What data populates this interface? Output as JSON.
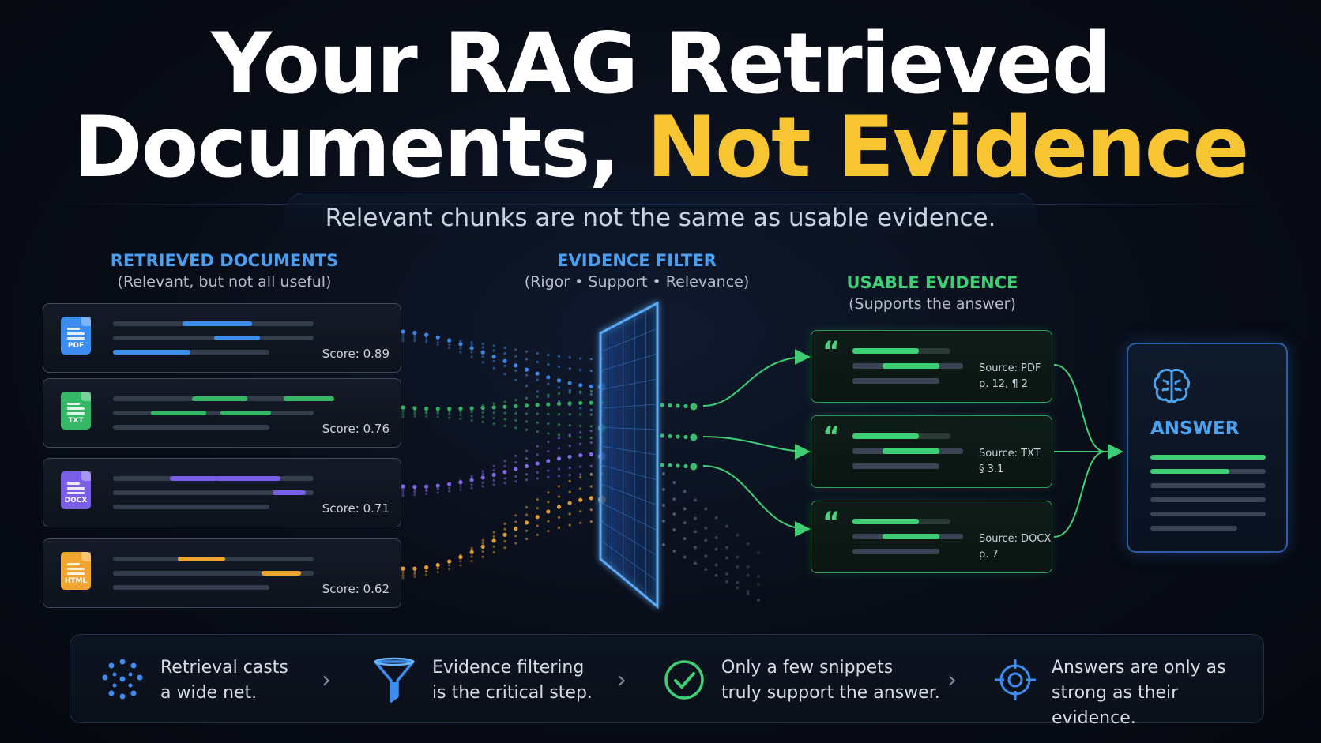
{
  "title": {
    "line1": "Your RAG Retrieved",
    "line2_plain": "Documents, ",
    "line2_highlight": "Not Evidence"
  },
  "subtitle": "Relevant chunks are not the same as usable evidence.",
  "colors": {
    "highlight": "#f7c531",
    "blue": "#3d8cf0",
    "green": "#3ecf74",
    "purple": "#8a6cf0",
    "orange": "#f0a52e",
    "accent_blue_text": "#4aa3f0"
  },
  "sections": {
    "retrieved": {
      "heading": "RETRIEVED DOCUMENTS",
      "note": "(Relevant, but not all useful)"
    },
    "filter": {
      "heading": "EVIDENCE FILTER",
      "note": "(Rigor • Support • Relevance)"
    },
    "usable": {
      "heading": "USABLE EVIDENCE",
      "note": "(Supports the answer)"
    }
  },
  "documents": [
    {
      "ext": "PDF",
      "score": "Score: 0.89",
      "color": "#3d8cf0",
      "icon": "pdf-file-icon"
    },
    {
      "ext": "TXT",
      "score": "Score: 0.76",
      "color": "#35b865",
      "icon": "txt-file-icon"
    },
    {
      "ext": "DOCX",
      "score": "Score: 0.71",
      "color": "#7a5ee8",
      "icon": "docx-file-icon"
    },
    {
      "ext": "HTML",
      "score": "Score: 0.62",
      "color": "#f0a52e",
      "icon": "html-file-icon"
    }
  ],
  "evidence": [
    {
      "source": "Source: PDF",
      "loc": "p. 12, ¶ 2"
    },
    {
      "source": "Source: TXT",
      "loc": "§ 3.1"
    },
    {
      "source": "Source: DOCX",
      "loc": "p. 7"
    }
  ],
  "answer": {
    "label": "ANSWER",
    "icon": "brain-icon"
  },
  "takeaways": [
    {
      "line1": "Retrieval casts",
      "line2": "a wide net.",
      "icon": "scatter-dots-icon"
    },
    {
      "line1": "Evidence filtering",
      "line2": "is the critical step.",
      "icon": "funnel-icon"
    },
    {
      "line1": "Only a few snippets",
      "line2": "truly support the answer.",
      "icon": "check-circle-icon"
    },
    {
      "line1": "Answers are only as",
      "line2": "strong as their evidence.",
      "icon": "target-icon"
    }
  ]
}
